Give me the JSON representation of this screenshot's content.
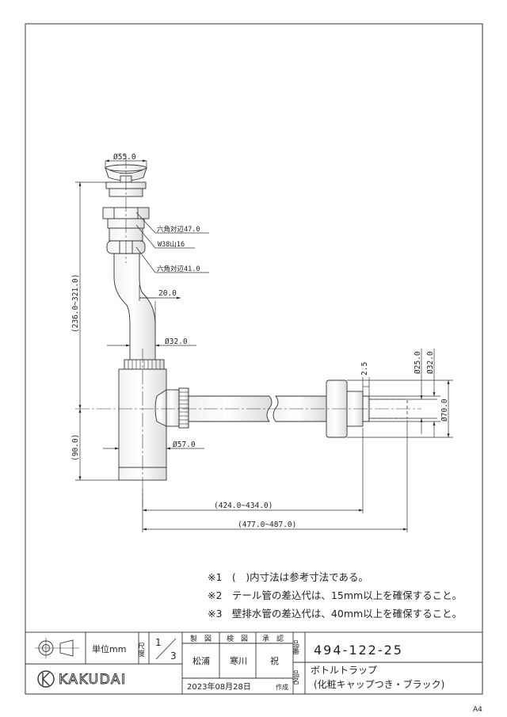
{
  "dims": {
    "cap_dia": "Ø55.0",
    "hex1": "六角対辺47.0",
    "thread": "W38山16",
    "hex2": "六角対辺41.0",
    "offset": "20.0",
    "tail_dia": "Ø32.0",
    "body_dia": "Ø57.0",
    "height_range": "(236.0~321.0)",
    "bottom_h": "(90.0)",
    "len1": "(424.0~434.0)",
    "len2": "(477.0~487.0)",
    "wall_gap": "2.5",
    "pipe_dia1": "Ø25.0",
    "pipe_dia2": "Ø32.0",
    "flange_dia": "Ø70.0"
  },
  "notes": [
    "※1　(　)内寸法は参考寸法である。",
    "※2　テール管の差込代は、15mm以上を確保すること。",
    "※3　壁排水管の差込代は、40mm以上を確保すること。"
  ],
  "title_block": {
    "unit": "単位mm",
    "scale_label": "尺度",
    "scale_num": "1",
    "scale_den": "3",
    "made_label": "製　図",
    "check_label": "検　図",
    "approve_label": "承　認",
    "made_by": "松浦",
    "checked_by": "寒川",
    "approved_by": "祝",
    "date": "2023年08月28日",
    "date_suffix": "作成",
    "part_no_label": "品番",
    "part_no": "494-122-25",
    "part_name_label": "品名",
    "part_name_1": "ボトルトラップ",
    "part_name_2": "(化粧キャップつき・ブラック)",
    "brand": "KAKUDAI"
  },
  "paper_size": "A4"
}
